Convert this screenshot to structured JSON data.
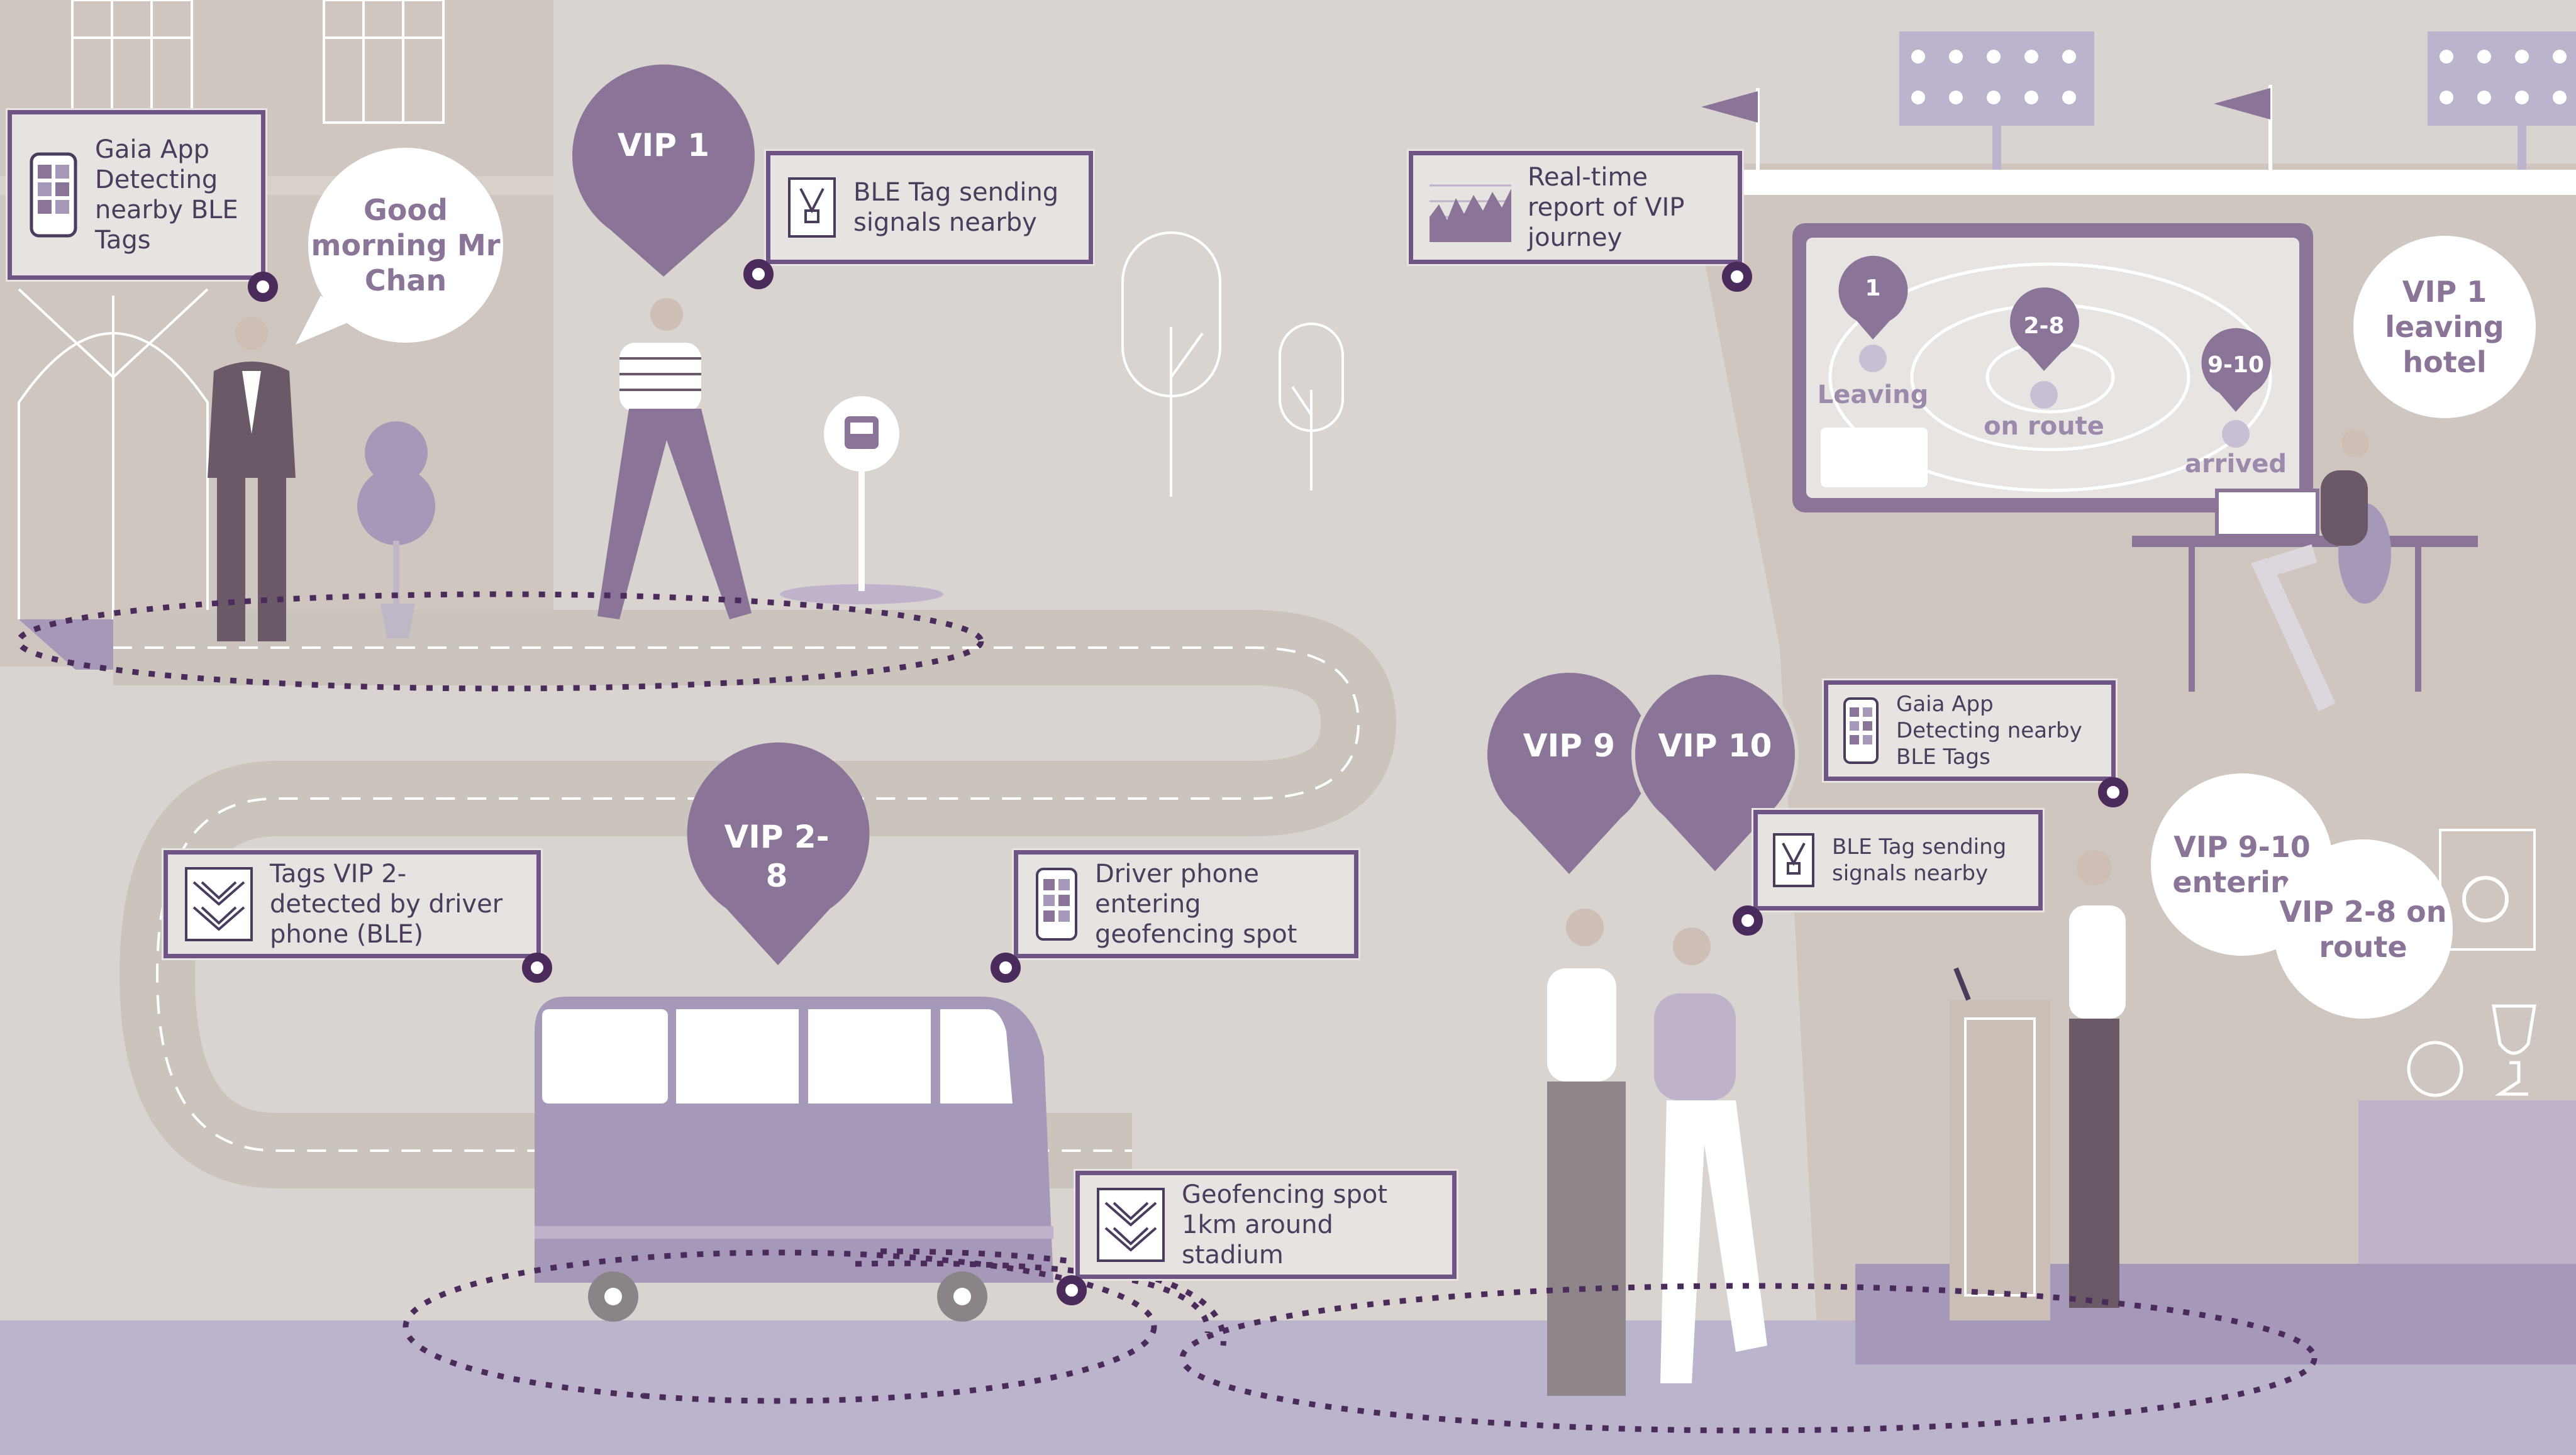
{
  "colors": {
    "background": "#d9d4cf",
    "purple_dark": "#4b2b5c",
    "purple_mid": "#8a7599",
    "purple_light": "#a698b8",
    "road": "#cbc4bd"
  },
  "callouts": {
    "gaia_app_hotel": "Gaia App Detecting nearby BLE Tags",
    "ble_tag_vip1": "BLE Tag sending signals nearby",
    "realtime_report": "Real-time report of VIP journey",
    "tags_vip2": "Tags VIP 2- detected by driver phone (BLE)",
    "driver_entering": "Driver phone entering geofencing spot",
    "geofencing_spot": "Geofencing spot 1km around stadium",
    "gaia_app_stadium": "Gaia App Detecting nearby BLE Tags",
    "ble_tag_stadium": "BLE Tag sending signals nearby"
  },
  "bubbles": {
    "good_morning": "Good morning Mr Chan",
    "vip1_leaving": "VIP 1 leaving hotel",
    "vip9_10_entering": "VIP 9-10 entering",
    "vip2_8_on_route": "VIP 2-8 on route"
  },
  "pins": {
    "vip1": "VIP 1",
    "vip2_8": "VIP 2-8",
    "vip9": "VIP 9",
    "vip10": "VIP 10"
  },
  "screen": {
    "pin1": "1",
    "pin2": "2-8",
    "pin3": "9-10",
    "status1": "Leaving",
    "status2": "on route",
    "status3": "arrived"
  },
  "icons": {
    "phone": "smartphone-app-icon",
    "ble_tag": "lanyard-tag-icon",
    "report": "area-chart-icon",
    "geofence": "wifi-signal-icon",
    "bus_stop": "bus-icon"
  }
}
